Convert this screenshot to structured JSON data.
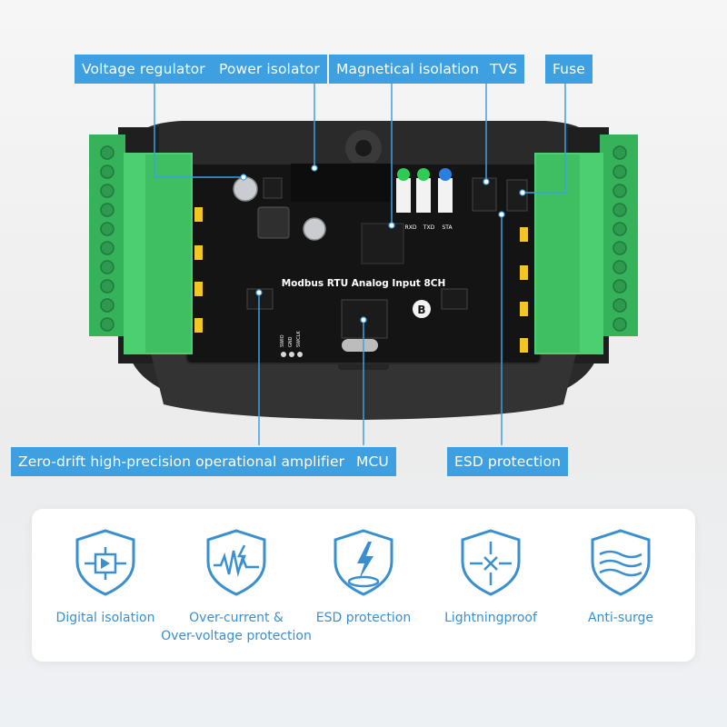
{
  "callouts": {
    "voltage_regulator": "Voltage regulator",
    "power_isolator": "Power isolator",
    "magnetical_isolation": "Magnetical isolation",
    "tvs": "TVS",
    "fuse": "Fuse",
    "opamp": "Zero-drift high-precision operational amplifier",
    "mcu": "MCU",
    "esd_protection": "ESD protection"
  },
  "board": {
    "title": "Modbus RTU Analog Input 8CH",
    "led_labels": [
      "RXD",
      "TXD",
      "STA"
    ],
    "debug_pins": [
      "SWIO",
      "GND",
      "SWCLK"
    ],
    "logo_letter": "B"
  },
  "features": [
    {
      "icon": "digital-isolation-icon",
      "line1": "Digital isolation",
      "line2": ""
    },
    {
      "icon": "overcurrent-icon",
      "line1": "Over-current &",
      "line2": "Over-voltage protection"
    },
    {
      "icon": "esd-icon",
      "line1": "ESD protection",
      "line2": ""
    },
    {
      "icon": "lightning-icon",
      "line1": "Lightningproof",
      "line2": ""
    },
    {
      "icon": "surge-icon",
      "line1": "Anti-surge",
      "line2": ""
    }
  ],
  "colors": {
    "accent": "#3ea0e0",
    "terminal_green": "#3fbf62",
    "enclosure": "#2b2b2b",
    "pcb": "#151515"
  }
}
